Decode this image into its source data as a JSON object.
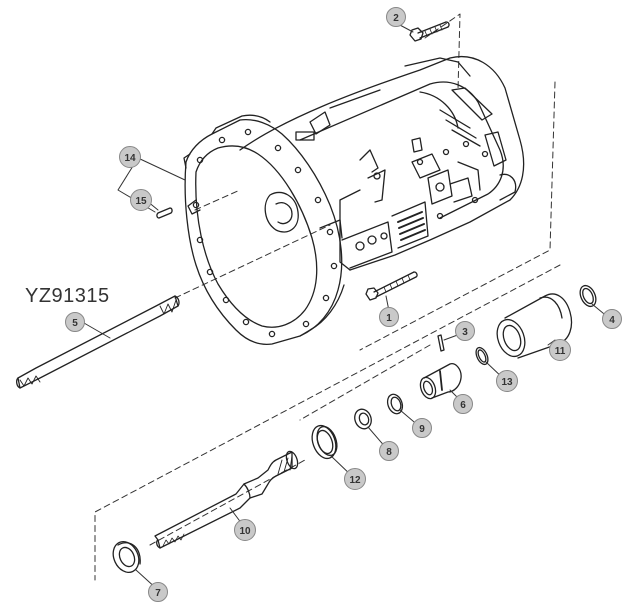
{
  "figure_id": "YZ91315",
  "colors": {
    "line": "#222222",
    "callout_fill": "#c9c9c9",
    "callout_stroke": "#888888",
    "text": "#333333"
  },
  "callouts": [
    "1",
    "2",
    "3",
    "4",
    "5",
    "6",
    "7",
    "8",
    "9",
    "10",
    "11",
    "12",
    "13",
    "14",
    "15"
  ]
}
